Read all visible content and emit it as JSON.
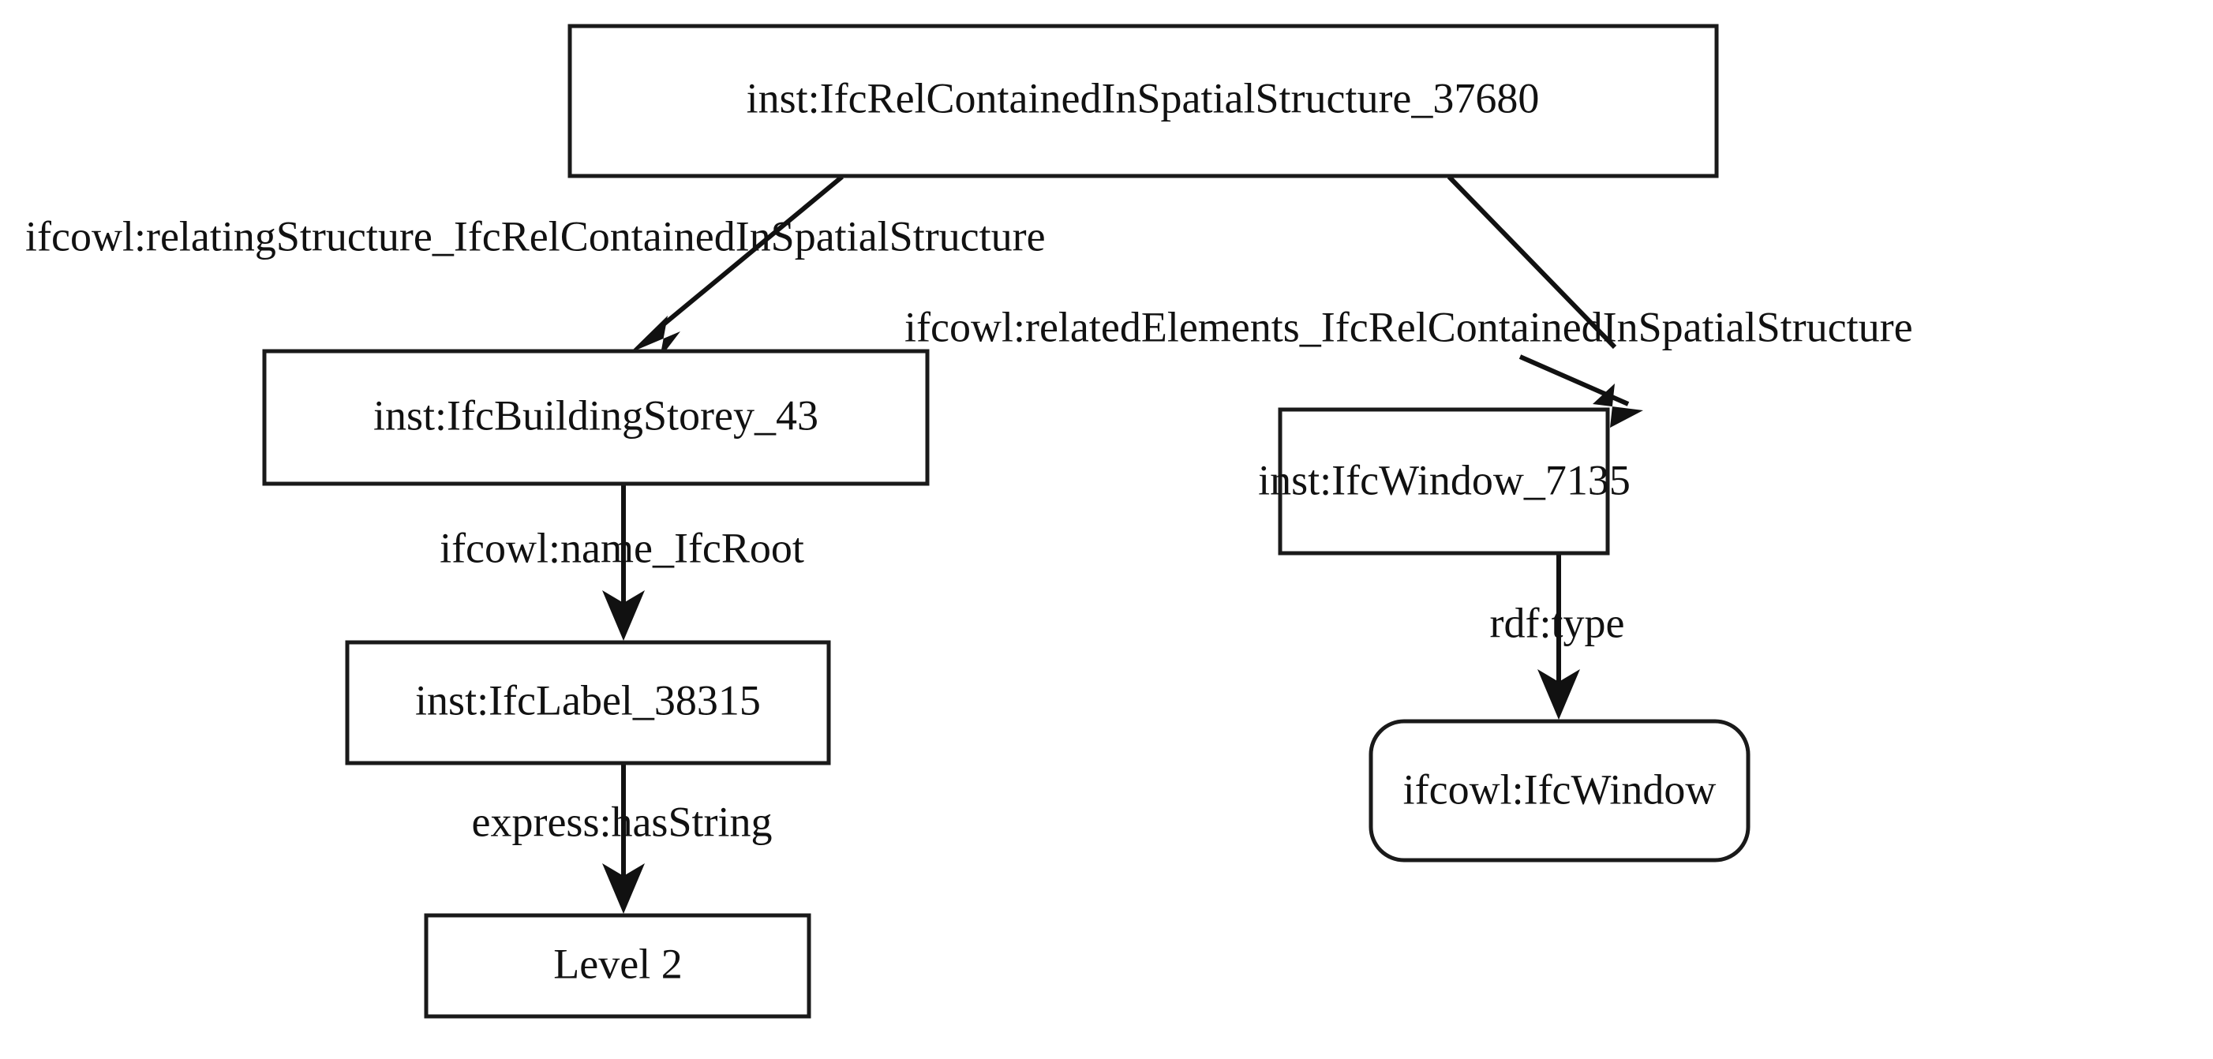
{
  "diagram": {
    "type": "rdf-graph",
    "background_color": "#ffffff",
    "stroke_color": "#111111",
    "text_color": "#111111",
    "nodes": [
      {
        "id": "rel",
        "label": "inst:IfcRelContainedInSpatialStructure_37680",
        "shape": "rect"
      },
      {
        "id": "storey",
        "label": "inst:IfcBuildingStorey_43",
        "shape": "rect"
      },
      {
        "id": "label38315",
        "label": "inst:IfcLabel_38315",
        "shape": "rect"
      },
      {
        "id": "level2",
        "label": "Level 2",
        "shape": "rect"
      },
      {
        "id": "window7135",
        "label": "inst:IfcWindow_7135",
        "shape": "rect"
      },
      {
        "id": "ifcwindow",
        "label": "ifcowl:IfcWindow",
        "shape": "rounded-rect"
      }
    ],
    "edges": [
      {
        "id": "e1",
        "from": "rel",
        "to": "storey",
        "label": "ifcowl:relatingStructure_IfcRelContainedInSpatialStructure"
      },
      {
        "id": "e2",
        "from": "rel",
        "to": "window7135",
        "label": "ifcowl:relatedElements_IfcRelContainedInSpatialStructure"
      },
      {
        "id": "e3",
        "from": "storey",
        "to": "label38315",
        "label": "ifcowl:name_IfcRoot"
      },
      {
        "id": "e4",
        "from": "label38315",
        "to": "level2",
        "label": "express:hasString"
      },
      {
        "id": "e5",
        "from": "window7135",
        "to": "ifcwindow",
        "label": "rdf:type"
      }
    ]
  }
}
